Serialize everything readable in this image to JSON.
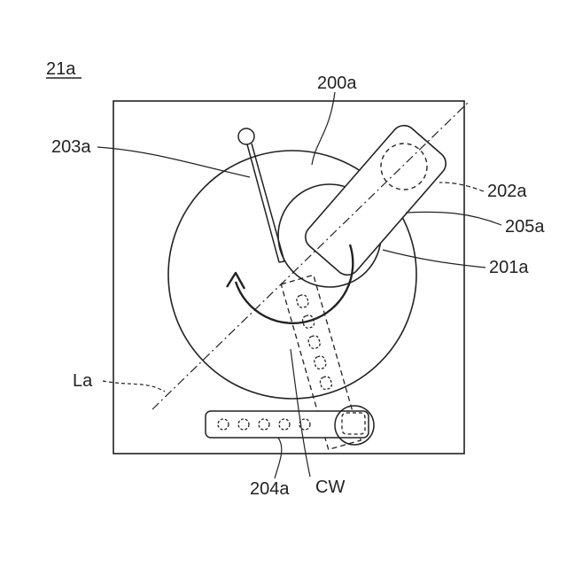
{
  "figure_id": "21a",
  "labels": {
    "base_unit": "200a",
    "rod": "203a",
    "sensor_window": "202a",
    "cover_plate": "205a",
    "inner_disc": "201a",
    "axis_line": "La",
    "slot_strip": "204a",
    "rotation_direction": "CW"
  },
  "colors": {
    "line": "#222222",
    "background": "#ffffff"
  }
}
